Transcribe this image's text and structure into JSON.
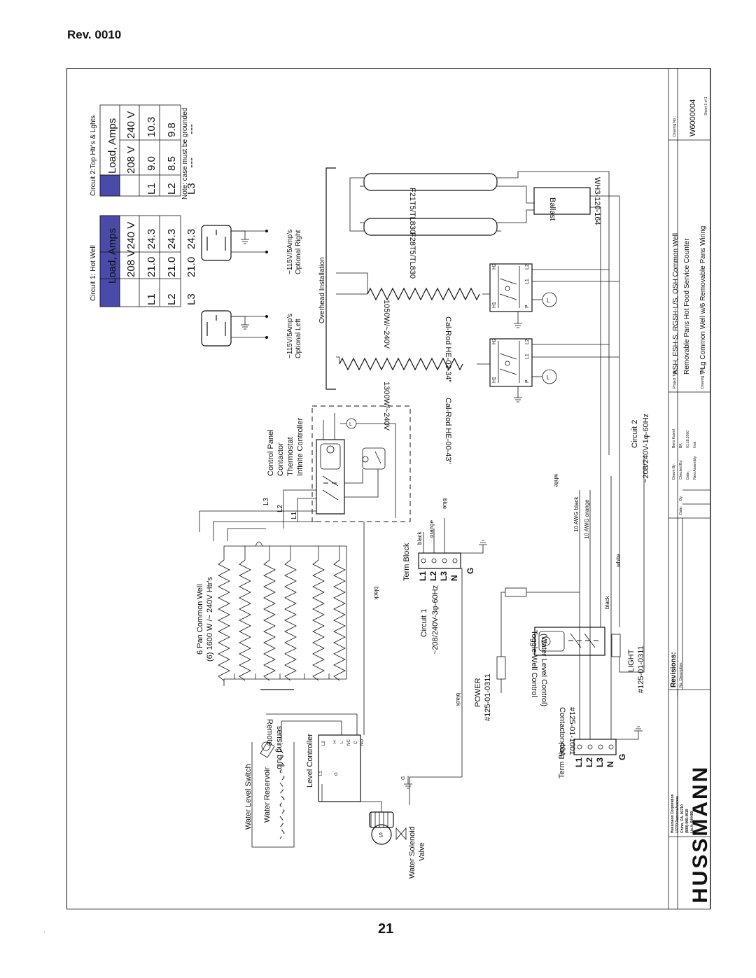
{
  "header": {
    "revision": "Rev. 0010"
  },
  "page_number": "21",
  "stray_mark": "·",
  "tables": {
    "circuit1": {
      "title": "Circuit 1: Hot Well",
      "header": [
        "",
        "Load, Amps"
      ],
      "voltages": [
        "208 V",
        "240 V"
      ],
      "rows": [
        {
          "line": "L1",
          "v208": "21.0",
          "v240": "24.3"
        },
        {
          "line": "L2",
          "v208": "21.0",
          "v240": "24.3"
        },
        {
          "line": "L3",
          "v208": "21.0",
          "v240": "24.3"
        }
      ]
    },
    "circuit2": {
      "title": "Circuit 2:Top Htr's & Lghts",
      "header": [
        "",
        "Load, Amps"
      ],
      "voltages": [
        "208 V",
        "240 V"
      ],
      "rows": [
        {
          "line": "L1",
          "v208": "9.0",
          "v240": "10.3"
        },
        {
          "line": "L2",
          "v208": "8.5",
          "v240": "9.8"
        },
        {
          "line": "L3",
          "v208": "---",
          "v240": "---"
        }
      ],
      "note": "Note: case must be grounded"
    }
  },
  "labels": {
    "optional_right": [
      "~115V/5Amp's",
      "Optional Right"
    ],
    "optional_left": [
      "~115V/5Amp's",
      "Optional Left"
    ],
    "overhead": "Overhead Installation",
    "lamp1": "F21T5/TL830",
    "lamp2": "F28T5/TL830",
    "ballast": "Ballast",
    "ballast_part": "WH3-120-164",
    "rod1": [
      "Cal-Rod HE-02-34\"",
      "1050W/~240V"
    ],
    "rod2": [
      "Cal-Rod HE-00-43\"",
      "1300W/~240V"
    ],
    "control_panel": [
      "Control Panel",
      "Contactor",
      "Thermostat",
      "Infinite Controller"
    ],
    "pan_well": [
      "6 Pan Common Well",
      "(6) 1600 W /~ 240V Htr's"
    ],
    "remote_bulb": [
      "Remote",
      "sensing bulb"
    ],
    "lines": [
      "L3",
      "L2",
      "L1"
    ],
    "term_block1": [
      "Term Block",
      "L1",
      "L2",
      "L3",
      "N",
      "G"
    ],
    "term_block2": [
      "Term Block",
      "L1",
      "L2",
      "L3",
      "N",
      "G"
    ],
    "circuit1": [
      "Circuit 1",
      "~208/240V-3φ-60Hz"
    ],
    "circuit2": [
      "Circuit 2",
      "~208/240V-1φ-60Hz"
    ],
    "power": [
      "POWER",
      "#125-01-0311"
    ],
    "light": [
      "LIGHT",
      "#125-01-0311"
    ],
    "contactor": [
      "Contactor 40A",
      "#125-01-1001"
    ],
    "toggle": [
      "Toggle-Well Control",
      "(Water Level Control)"
    ],
    "wire_colors": [
      "black",
      "orange",
      "blue",
      "black",
      "black",
      "white",
      "black",
      "white",
      "10 AWG black",
      "10 AWG orange"
    ],
    "water_level_switch": "Water Level Switch",
    "water_reservoir": "Water Reservoir",
    "level_controller": "Level Controller",
    "lc_terminals": [
      "L2",
      "H",
      "L",
      "NC",
      "C",
      "NO",
      "L1",
      "G"
    ],
    "solenoid": [
      "Water Solenoid",
      "Valve"
    ],
    "ground": "G",
    "thermostat_terms": [
      "H2",
      "L2",
      "L1",
      "H1",
      "P",
      "L"
    ]
  },
  "title_block": {
    "company": [
      "Hussmann Corporation",
      "13770 RamonaAvenue",
      "Chino, CA. 91710",
      "(909)-590-4910",
      "Lic.#: 644489"
    ],
    "logo": "HUSSMANN",
    "revisions_header": "Revisions:",
    "rev_cols": [
      "No.",
      "Description:",
      "Date:",
      "By:"
    ],
    "drawn_by": {
      "label": "Drawn By:",
      "value": "Boris Kasrel"
    },
    "checked_by": {
      "label": "Checked By:",
      "value": "BK"
    },
    "date": {
      "label": "Date:",
      "value": "01.18.2000"
    },
    "next_assembly": {
      "label": "Next Assembly:",
      "value": "final"
    },
    "project_title_label": "Project Title:",
    "project_title": [
      "ASH, ESH-S, RGSH-L/S, OSH Common Well",
      "Removable Pans Hot Food Service Counter"
    ],
    "drawing_title_label": "Drawing Title:",
    "drawing_title": "7'Lg Common Well w/6 Removable Pans Wiring",
    "drawing_no_label": "Drawing No.:",
    "drawing_no": "W6000004",
    "sheet": "Sheet 1 of 1"
  }
}
